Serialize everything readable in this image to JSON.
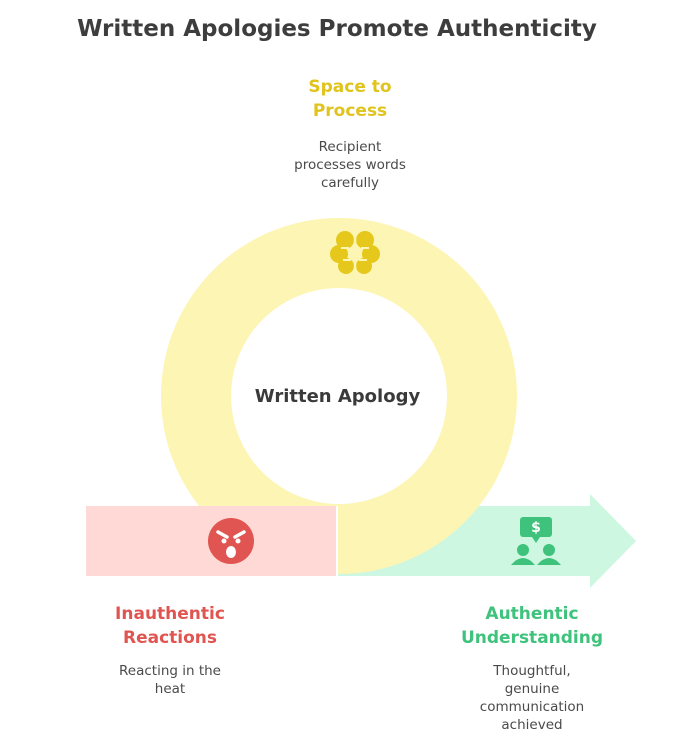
{
  "title": "Written Apologies Promote Authenticity",
  "center": "Written Apology",
  "top_stage": {
    "label_line1": "Space to",
    "label_line2": "Process",
    "desc_line1": "Recipient",
    "desc_line2": "processes words",
    "desc_line3": "carefully",
    "icon": "brain-icon"
  },
  "left_stage": {
    "label_line1": "Inauthentic",
    "label_line2": "Reactions",
    "desc_line1": "Reacting in the",
    "desc_line2": "heat",
    "icon": "angry-face-icon"
  },
  "right_stage": {
    "label_line1": "Authentic",
    "label_line2": "Understanding",
    "desc_line1": "Thoughtful,",
    "desc_line2": "genuine",
    "desc_line3": "communication",
    "desc_line4": "achieved",
    "icon": "people-talking-icon"
  },
  "colors": {
    "ring": "#fdf5b4",
    "left_box": "#ffd9d6",
    "right_arrow": "#cdf7e0",
    "yellow_text": "#e0c31d",
    "red_text": "#e05551",
    "green_text": "#3fc27c"
  }
}
